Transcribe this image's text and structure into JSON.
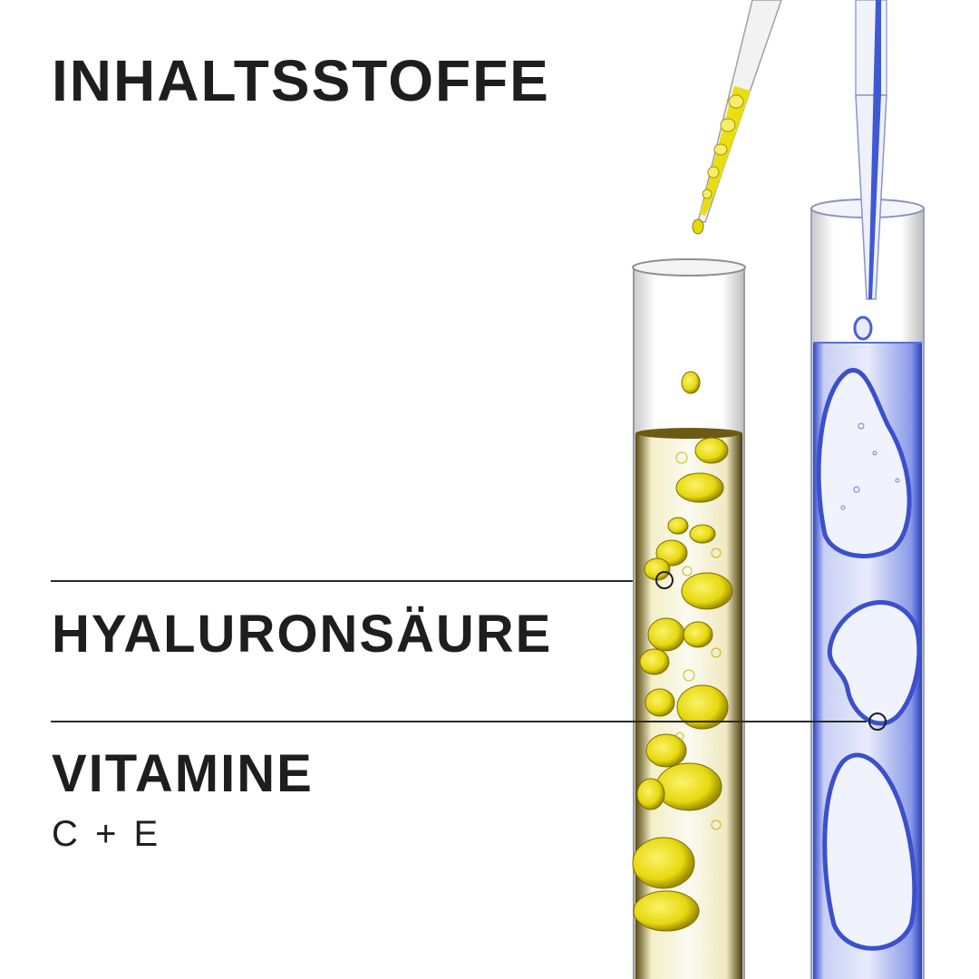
{
  "title": "INHALTSSTOFFE",
  "ingredients": [
    {
      "label": "HYALURONSÄURE",
      "subtitle": ""
    },
    {
      "label": "VITAMINE",
      "subtitle": "C + E"
    }
  ],
  "colors": {
    "text": "#1e1e1e",
    "oil_yellow": "#e8dc10",
    "gel_blue": "#3c5ad8",
    "background": "#ffffff"
  },
  "icons": [
    "oil-test-tube",
    "gel-test-tube",
    "oil-pipette",
    "gel-pipette"
  ]
}
